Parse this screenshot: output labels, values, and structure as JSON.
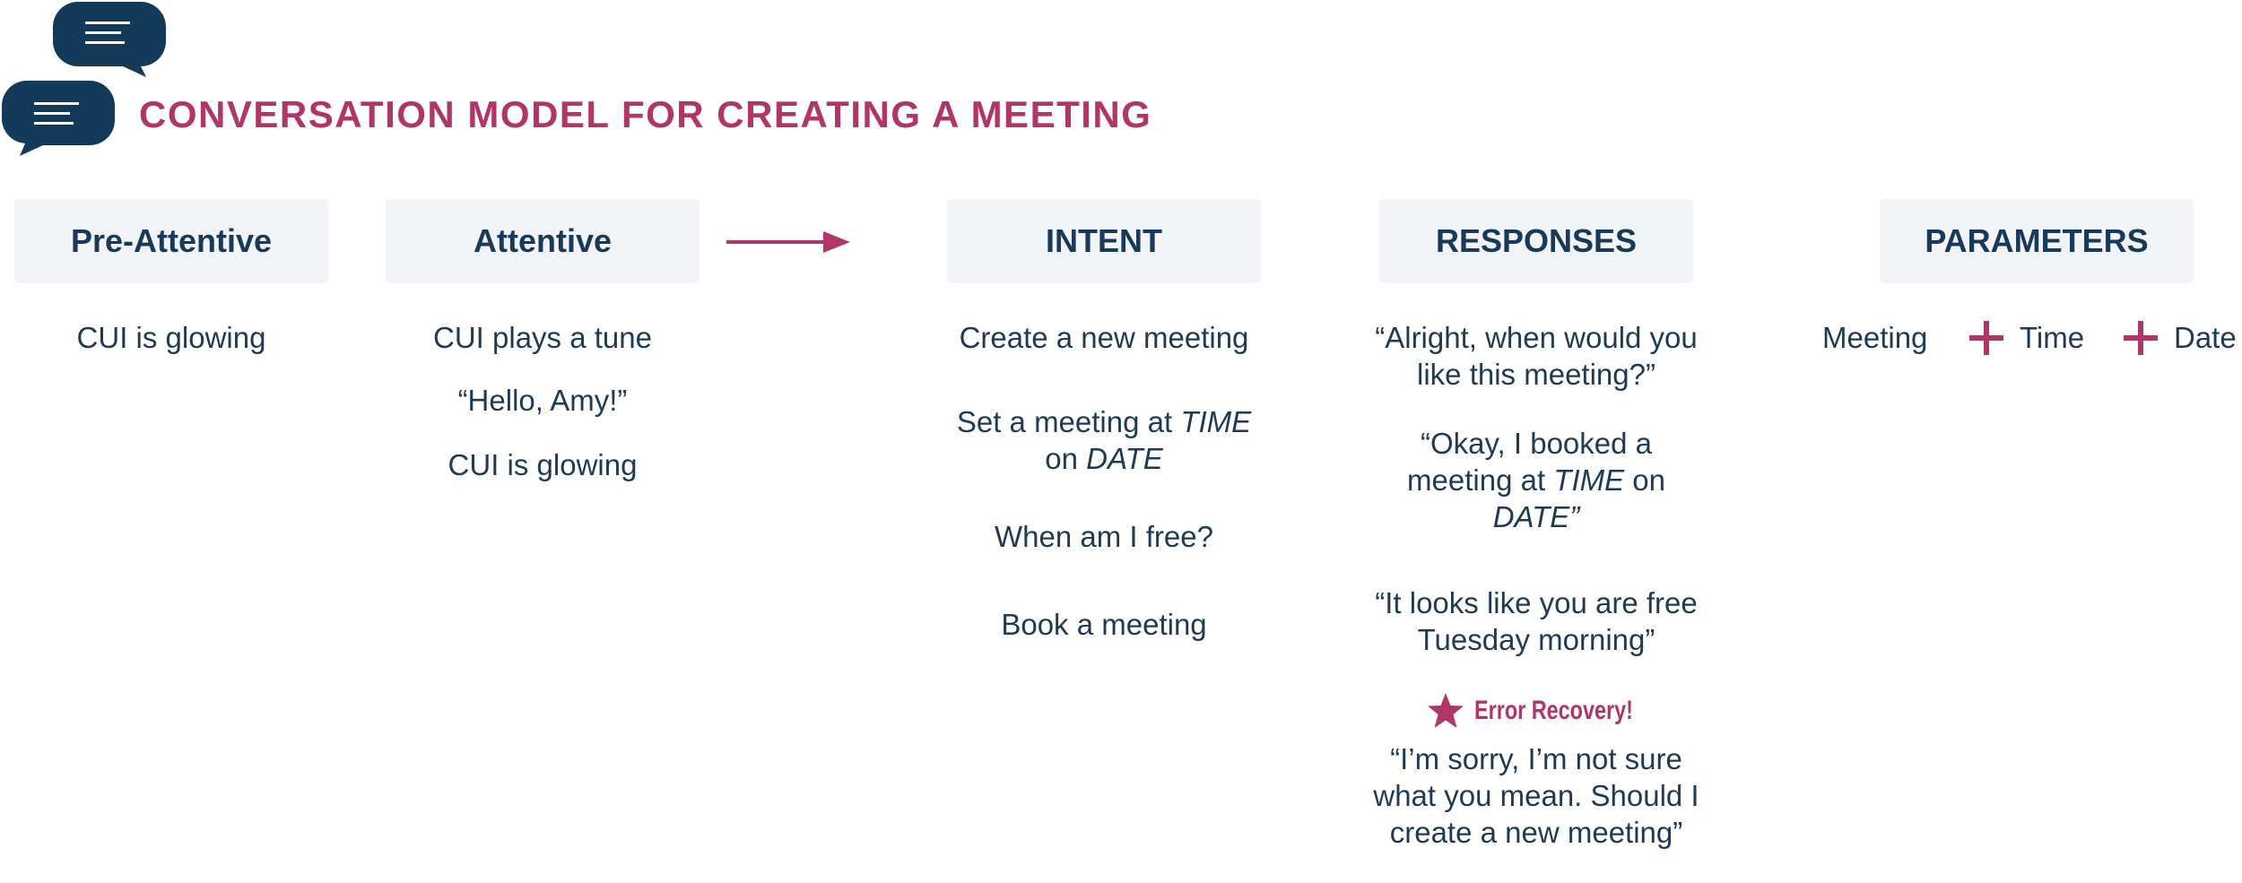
{
  "title": "CONVERSATION MODEL FOR CREATING A MEETING",
  "icons": {
    "chat_bubbles": "chat-bubble-icon",
    "arrow": "arrow-right-icon",
    "plus": "plus-icon",
    "star": "star-icon"
  },
  "colors": {
    "accent": "#b03569",
    "navy": "#143a5a",
    "box": "#f2f3f7",
    "text": "#1e3a55"
  },
  "columns": {
    "pre_attentive": {
      "header": "Pre-Attentive",
      "items": [
        "CUI is glowing"
      ]
    },
    "attentive": {
      "header": "Attentive",
      "items": [
        "CUI plays a tune",
        "“Hello, Amy!”",
        "CUI is glowing"
      ]
    },
    "intent": {
      "header": "INTENT",
      "items": {
        "create": "Create a new meeting",
        "set_pre": "Set a meeting at ",
        "set_time": "TIME",
        "set_on": "on ",
        "set_date": "DATE",
        "free": "When am I free?",
        "book": "Book a meeting"
      }
    },
    "responses": {
      "header": "RESPONSES",
      "items": {
        "r1": "“Alright, when would you like this meeting?”",
        "r2_pre": "“Okay, I booked a meeting at ",
        "r2_time": "TIME",
        "r2_on": " on ",
        "r2_date": "DATE",
        "r2_end": "”",
        "r3": "“It looks like you are free Tuesday morning”",
        "error_label": "Error Recovery!",
        "r4": "“I’m sorry, I’m not sure what you mean. Should I create a new meeting”"
      }
    },
    "parameters": {
      "header": "PARAMETERS",
      "items": [
        "Meeting",
        "Time",
        "Date"
      ]
    }
  }
}
